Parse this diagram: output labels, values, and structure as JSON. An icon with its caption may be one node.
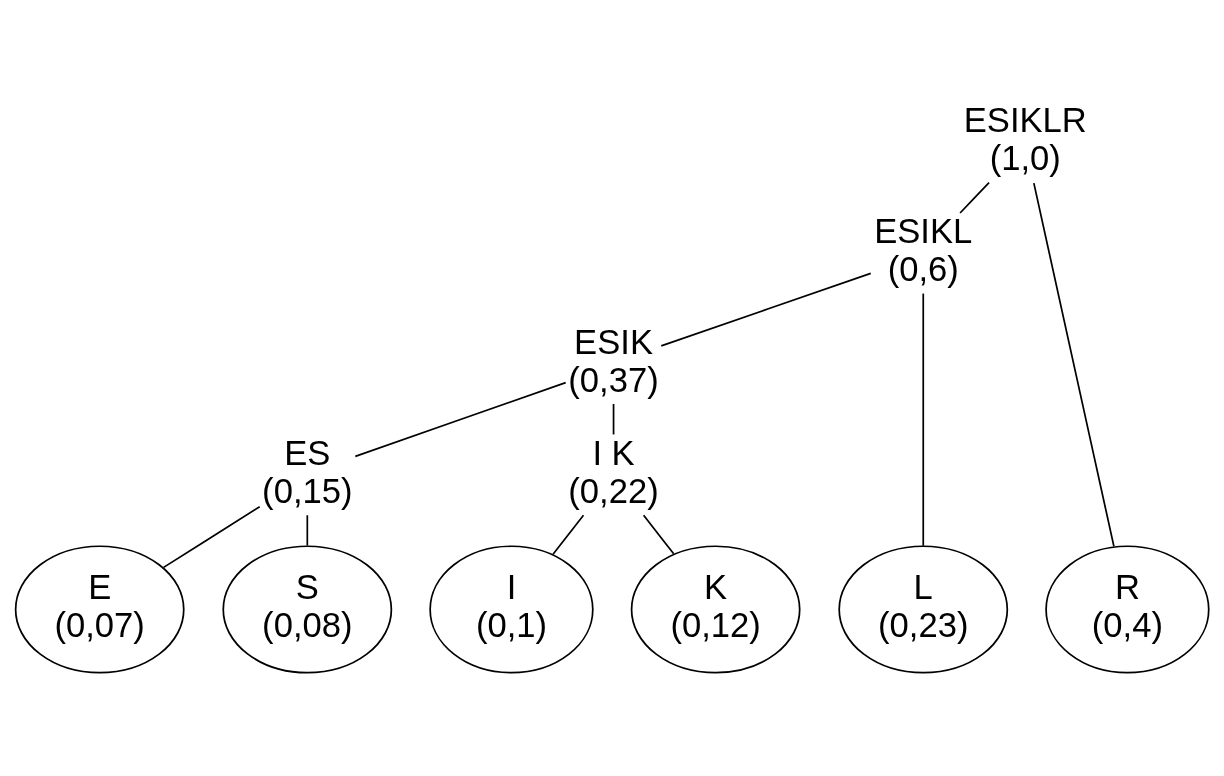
{
  "diagram": {
    "nodes": [
      {
        "text": [
          "ESIKLR",
          "(1,0)"
        ]
      },
      {
        "text": [
          "ESIKL",
          "(0,6)"
        ]
      },
      {
        "text": [
          "ESIK",
          "(0,37)"
        ]
      },
      {
        "text": [
          "ES",
          "(0,15)"
        ]
      },
      {
        "text": [
          "I K",
          "(0,22)"
        ]
      },
      {
        "text": [
          "E",
          "(0,07)"
        ]
      },
      {
        "text": [
          "S",
          "(0,08)"
        ]
      },
      {
        "text": [
          "I",
          "(0,1)"
        ]
      },
      {
        "text": [
          "K",
          "(0,12)"
        ]
      },
      {
        "text": [
          "L",
          "(0,23)"
        ]
      },
      {
        "text": [
          "R",
          "(0,4)"
        ]
      }
    ],
    "edges": [
      {
        "from": 0,
        "to": 1,
        "arrow": "none"
      },
      {
        "from": 0,
        "to": 10,
        "arrow": "none"
      },
      {
        "from": 1,
        "to": 2,
        "arrow": "none"
      },
      {
        "from": 1,
        "to": 9,
        "arrow": "none"
      },
      {
        "from": 2,
        "to": 3,
        "arrow": "none"
      },
      {
        "from": 2,
        "to": 4,
        "arrow": "none"
      },
      {
        "from": 3,
        "to": 5,
        "arrow": "none"
      },
      {
        "from": 3,
        "to": 6,
        "arrow": "none"
      },
      {
        "from": 4,
        "to": 7,
        "arrow": "none"
      },
      {
        "from": 4,
        "to": 8,
        "arrow": "none"
      }
    ]
  }
}
